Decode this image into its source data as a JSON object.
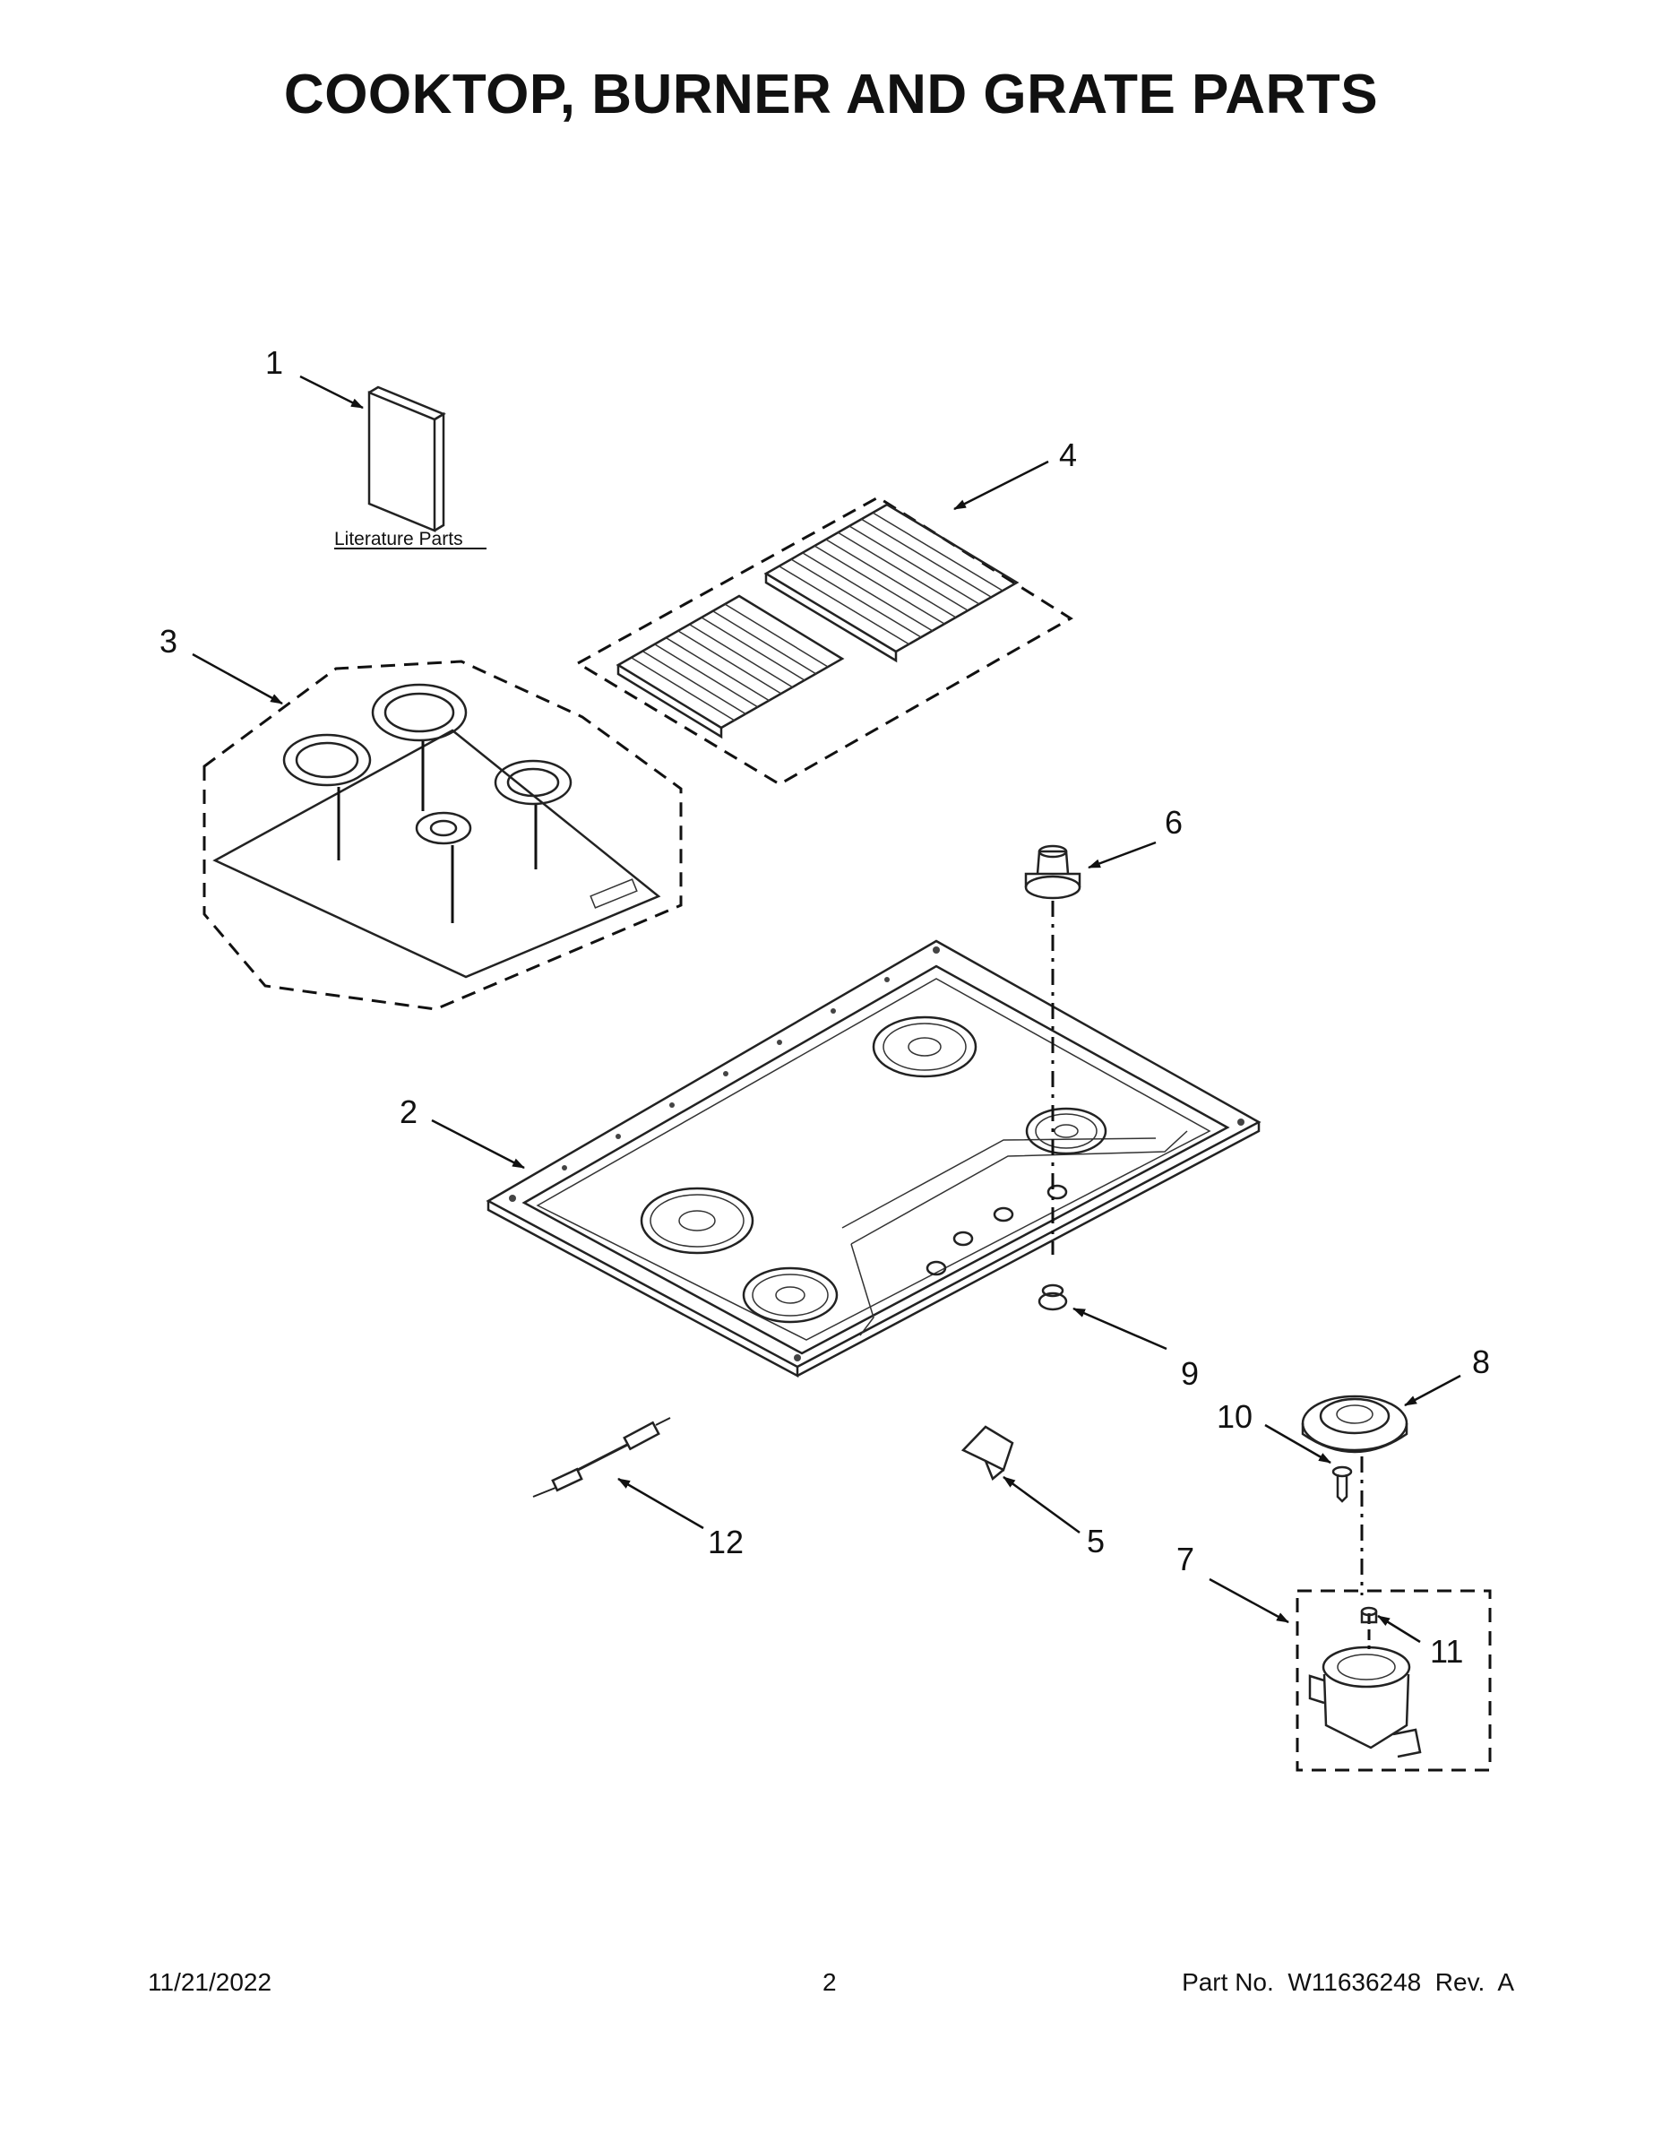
{
  "title": "COOKTOP, BURNER AND GRATE PARTS",
  "literature_label": "Literature Parts",
  "callouts": [
    "1",
    "2",
    "3",
    "4",
    "5",
    "6",
    "7",
    "8",
    "9",
    "10",
    "11",
    "12"
  ],
  "footer": {
    "date": "11/21/2022",
    "page": "2",
    "part_number": "Part No.  W11636248  Rev.  A"
  }
}
